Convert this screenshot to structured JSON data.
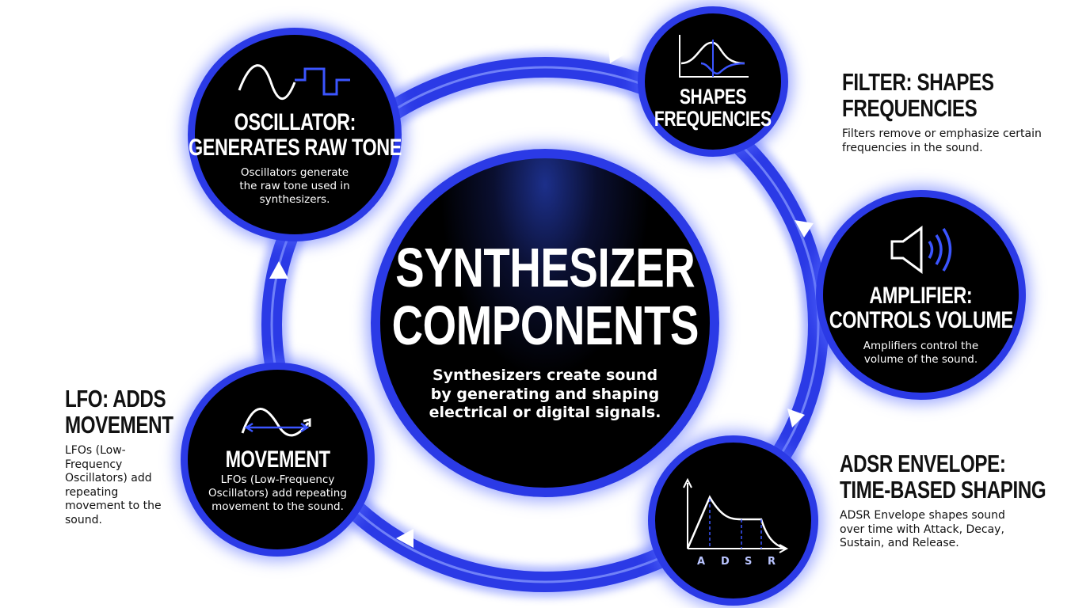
{
  "colors": {
    "ring": "#2b3ae6",
    "circle": "#000000",
    "glow": "#5a6eff"
  },
  "center": {
    "title_line1": "SYNTHESIZER",
    "title_line2": "COMPONENTS",
    "description": "Synthesizers create sound by generating and shaping electrical or digital signals."
  },
  "oscillator": {
    "icon": "sine-square-wave-icon",
    "title_line1": "OSCILLATOR:",
    "title_line2": "GENERATES RAW TONE",
    "description": "Oscillators generate the raw tone used in synthesizers."
  },
  "filter": {
    "icon": "filter-curve-icon",
    "circle_line1": "SHAPES",
    "circle_line2": "FREQUENCIES",
    "title_line1": "FILTER: SHAPES",
    "title_line2": "FREQUENCIES",
    "description": "Filters remove or emphasize certain frequencies in the sound."
  },
  "amplifier": {
    "icon": "speaker-icon",
    "title_line1": "AMPLIFIER:",
    "title_line2": "CONTROLS VOLUME",
    "description": "Amplifiers control the volume of the sound."
  },
  "adsr": {
    "icon": "adsr-envelope-icon",
    "labels": [
      "A",
      "D",
      "S",
      "R"
    ],
    "title_line1": "ADSR ENVELOPE:",
    "title_line2": "TIME-BASED SHAPING",
    "description": "ADSR Envelope shapes sound over time with Attack, Decay, Sustain, and Release."
  },
  "lfo": {
    "icon": "lfo-wave-icon",
    "circle_title": "MOVEMENT",
    "circle_description": "LFOs (Low-Frequency Oscillators) add repeating movement to the sound.",
    "title_line1": "LFO: ADDS",
    "title_line2": "MOVEMENT",
    "description": "LFOs (Low-Frequency Oscillators) add repeating movement to the sound."
  }
}
